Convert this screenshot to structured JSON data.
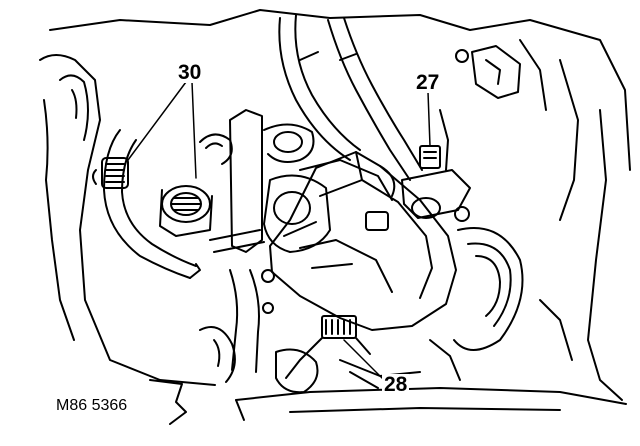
{
  "figure": {
    "reference": "M86 5366",
    "callouts": [
      {
        "id": "30",
        "label": "30"
      },
      {
        "id": "27",
        "label": "27"
      },
      {
        "id": "28",
        "label": "28"
      }
    ],
    "ink_color": "#000000",
    "paper_color": "#ffffff"
  }
}
